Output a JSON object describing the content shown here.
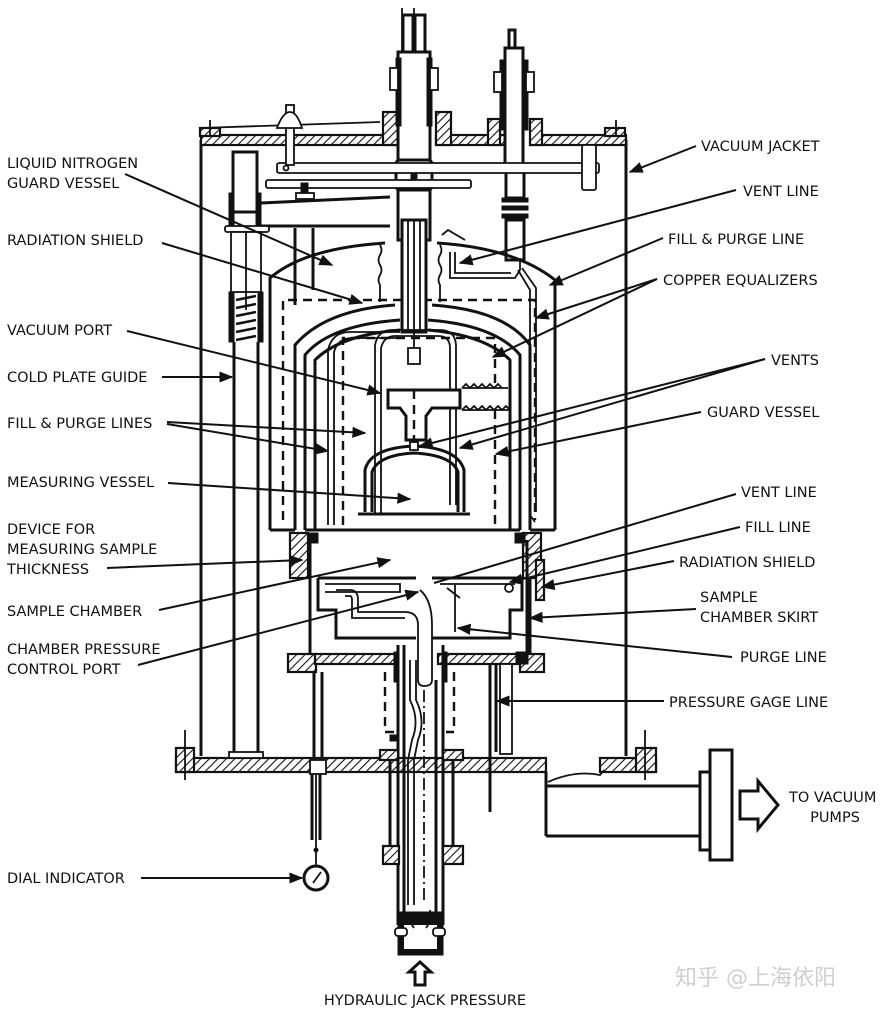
{
  "diagram": {
    "subject": "Cryogenic measuring apparatus cross-section",
    "labels_left": [
      {
        "id": "liquid-nitrogen-guard-vessel",
        "lines": [
          "LIQUID NITROGEN",
          "GUARD VESSEL"
        ]
      },
      {
        "id": "radiation-shield",
        "lines": [
          "RADIATION SHIELD"
        ]
      },
      {
        "id": "vacuum-port",
        "lines": [
          "VACUUM PORT"
        ]
      },
      {
        "id": "cold-plate-guide",
        "lines": [
          "COLD PLATE GUIDE"
        ]
      },
      {
        "id": "fill-purge-lines",
        "lines": [
          "FILL & PURGE LINES"
        ]
      },
      {
        "id": "measuring-vessel",
        "lines": [
          "MEASURING VESSEL"
        ]
      },
      {
        "id": "device-measuring-sample-thickness",
        "lines": [
          "DEVICE FOR",
          "MEASURING SAMPLE",
          "THICKNESS"
        ]
      },
      {
        "id": "sample-chamber",
        "lines": [
          "SAMPLE CHAMBER"
        ]
      },
      {
        "id": "chamber-pressure-control-port",
        "lines": [
          "CHAMBER PRESSURE",
          "CONTROL PORT"
        ]
      },
      {
        "id": "dial-indicator",
        "lines": [
          "DIAL INDICATOR"
        ]
      }
    ],
    "labels_right": [
      {
        "id": "vacuum-jacket",
        "lines": [
          "VACUUM JACKET"
        ]
      },
      {
        "id": "vent-line-top",
        "lines": [
          "VENT LINE"
        ]
      },
      {
        "id": "fill-purge-line",
        "lines": [
          "FILL & PURGE LINE"
        ]
      },
      {
        "id": "copper-equalizers",
        "lines": [
          "COPPER EQUALIZERS"
        ]
      },
      {
        "id": "vents",
        "lines": [
          "VENTS"
        ]
      },
      {
        "id": "guard-vessel",
        "lines": [
          "GUARD VESSEL"
        ]
      },
      {
        "id": "vent-line-lower",
        "lines": [
          "VENT LINE"
        ]
      },
      {
        "id": "fill-line",
        "lines": [
          "FILL LINE"
        ]
      },
      {
        "id": "radiation-shield-lower",
        "lines": [
          "RADIATION SHIELD"
        ]
      },
      {
        "id": "sample-chamber-skirt",
        "lines": [
          "SAMPLE",
          "CHAMBER SKIRT"
        ]
      },
      {
        "id": "purge-line",
        "lines": [
          "PURGE LINE"
        ]
      },
      {
        "id": "pressure-gage-line",
        "lines": [
          "PRESSURE GAGE LINE"
        ]
      },
      {
        "id": "to-vacuum-pumps",
        "lines": [
          "TO VACUUM",
          "PUMPS"
        ]
      }
    ],
    "label_bottom": {
      "id": "hydraulic-jack-pressure",
      "lines": [
        "HYDRAULIC JACK PRESSURE"
      ]
    },
    "watermark": "知乎 @上海依阳"
  }
}
